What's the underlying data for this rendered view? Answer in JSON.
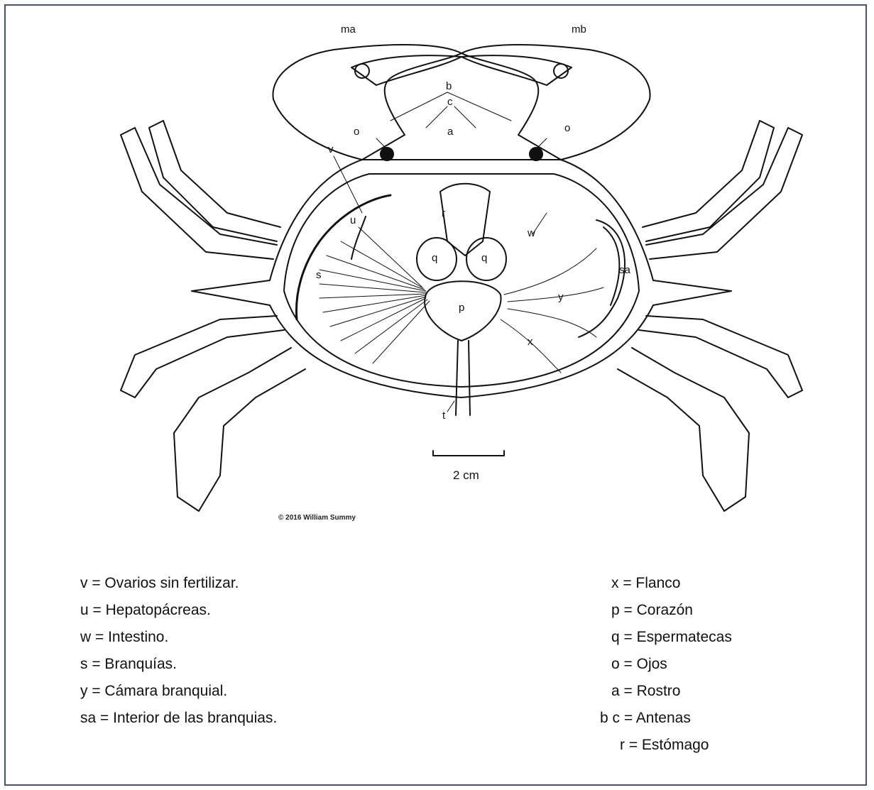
{
  "figure": {
    "labels": {
      "ma": "ma",
      "mb": "mb",
      "b": "b",
      "c": "c",
      "a": "a",
      "o_left": "o",
      "o_right": "o",
      "v": "v",
      "r": "r",
      "u": "u",
      "q_left": "q",
      "q_right": "q",
      "s": "s",
      "p": "p",
      "w": "w",
      "sa": "sa",
      "y": "y",
      "x": "x",
      "t": "t"
    },
    "scale_bar": "2 cm",
    "credit": "© 2016 William Summy"
  },
  "legend": {
    "left": [
      "v = Ovarios sin fertilizar.",
      " u = Hepatopácreas.",
      " w = Intestino.",
      " s = Branquías.",
      " y = Cámara branquial.",
      "sa = Interior de las branquias."
    ],
    "right": [
      "x = Flanco",
      "p = Corazón",
      "q = Espermatecas",
      "o = Ojos",
      "a = Rostro",
      "b c = Antenas",
      "r = Estómago"
    ]
  },
  "colors": {
    "border": "#44546a",
    "ink": "#111111"
  }
}
